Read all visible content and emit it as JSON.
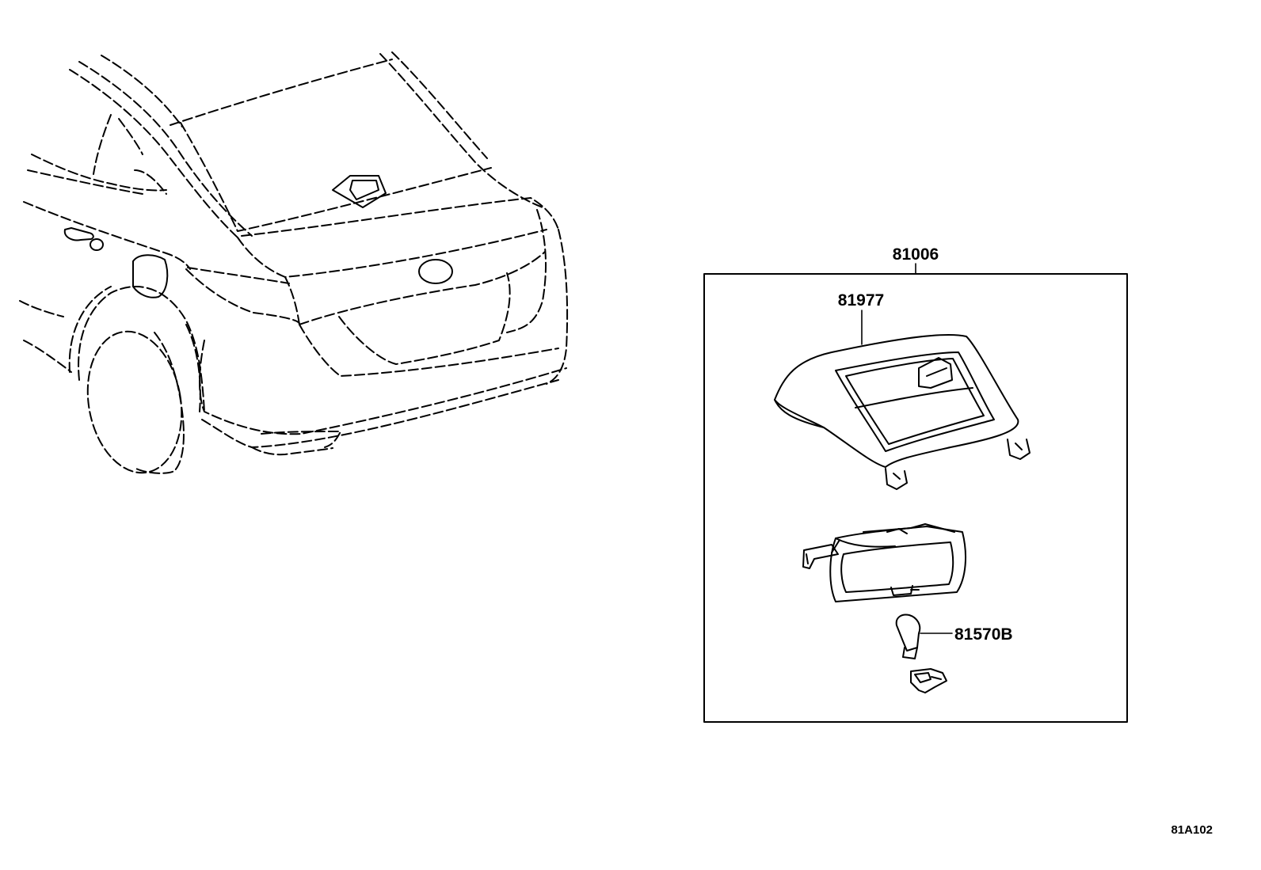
{
  "labels": {
    "assembly": "81006",
    "cover": "81977",
    "bulb": "81570B",
    "drawing_code": "81A102"
  }
}
